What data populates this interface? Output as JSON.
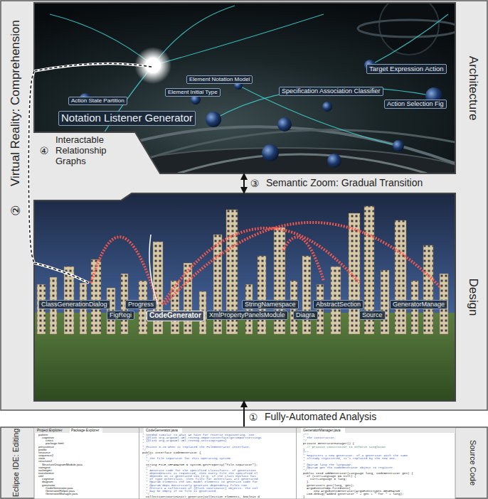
{
  "diagram": {
    "nodes": [
      {
        "text": [
          "Virtual Reality: Comprehension"
        ]
      },
      {
        "text": [
          "Architecture"
        ],
        "in": 0
      },
      {
        "text": [
          "Design"
        ],
        "in": 0
      },
      {
        "text": [
          "Eclipse IDE: Editing",
          "Source Code"
        ]
      }
    ],
    "edges": [
      {
        "from": 3,
        "to": 2,
        "arrow": "to",
        "label": "Fully-Automated Analysis"
      },
      {
        "from": 1,
        "to": 2,
        "arrow": "both",
        "label": "Semantic Zoom: Gradual Transition"
      },
      {
        "from": 1,
        "to": 2,
        "arrow": "none",
        "label": "Interactable Relationship Graphs"
      }
    ],
    "labels": [
      "②",
      "④",
      "③",
      "①",
      "Notation Listener Generator",
      "Action State Partition",
      "Element Initial Type",
      "Element Notation Model",
      "Specification Association Classifier",
      "Target Expression Action",
      "Action Selection Fig",
      "ClassGenerationDialog",
      "FigRegi",
      "Progress",
      "CodeGenerator",
      "XmlPropertyPanelsModule",
      "StringNamespace",
      "Diagra",
      "AbstractSection",
      "Source",
      "GeneratorManage",
      "Project Explorer",
      "Package Explorer",
      "CodeGenerator.java",
      "GeneratorManager.java",
      "pattern",
      "cognitive",
      "critics",
      "package.html",
      "persistence",
      "profile",
      "resource",
      "sequence2",
      "state",
      "structure2",
      "StructureDiagramModule.java",
      "swingext",
      "taskmgmt",
      "transformer",
      "uml",
      "cognitive",
      "diagram",
      "generator",
      "CodeGenerator.java",
      "GeneratorHelper.java",
      "GeneratorManager.java",
      "* needed similar to what we have for reverse engineering. See",
      "* {@link org.argouml.uml.reveng.ImportInterface#getImportSettings",
      "* {@link org.argouml.uml.reveng.SettingsTypes}",
      "*",
      "* @since 0.20 when it replaced the FileGenerator interface.",
      "*/",
      "public interface CodeGenerator {",
      "/**",
      "* The file separator for this operating system.",
      "*/",
      "String FILE_SEPARATOR = System.getProperty(\"file.separator\");",
      "/**",
      "* Generate code for the specified classifiers. If generation",
      "* dependencies is requested, then every file the specified el",
      "* depends on is generated too (e.g. if the class MyClass has",
      "* of type OtherClass, then files for OtherClass are generated",
      "* @param elements the UML model elements to generate code for",
      "* @param deps Recursively generate dependency files too.",
      "* @return A collection of {@link SourceUnit} objects. The col",
      "* may be empty if no file is generated.",
      "*/",
      "Collection<SourceUnit> generate(Collection elements, boolean d",
      "/**",
      "* The constructor.",
      "*/",
      "private GeneratorManager() {",
      "// private constructor to enforce singleton",
      "}",
      "/**",
      "* Registers a new generator. If a generator with the same",
      "* already registered, it's replaced by the new one.",
      "*",
      "* @param lang The language.",
      "* @param gen The CodeGenerator object to register.",
      "*/",
      "public void addGenerator(Language lang, CodeGenerator gen) {",
      "if (currLanguage == null) {",
      "currLanguage = lang;",
      "}",
      "generators.put(lang, gen);",
      "ArgoEventPump.fireEvent(",
      "new ArgoEventGenerator(ArgoEventTypes.GENERATOR",
      "LOG.debug(\"Added generator \" + gen + \" for \" + lang);",
      "}"
    ]
  }
}
